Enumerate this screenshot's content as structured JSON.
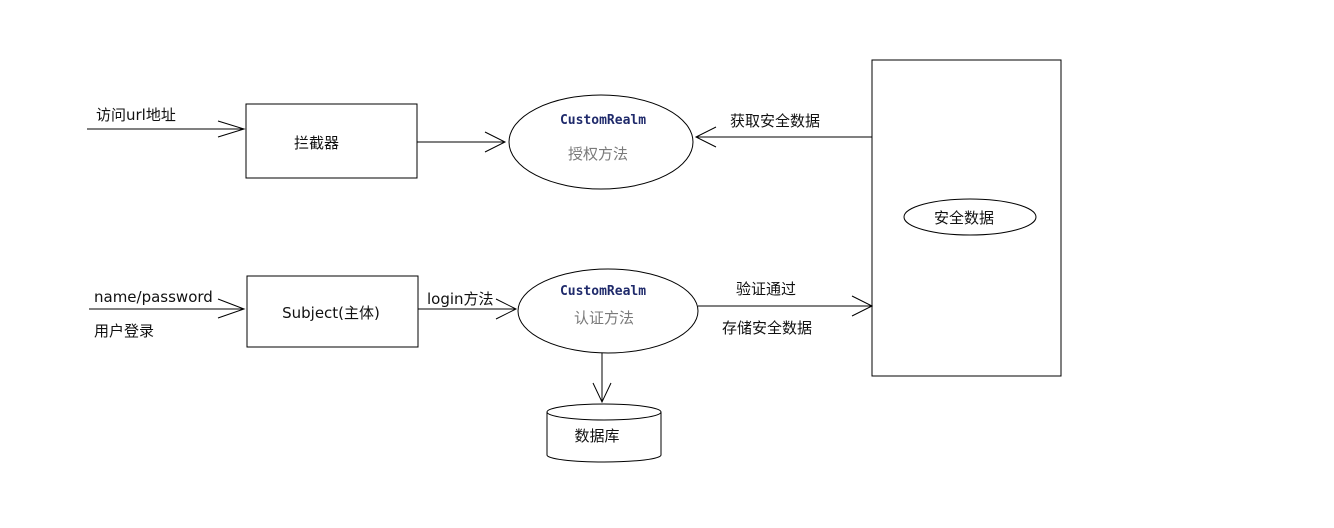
{
  "nodes": {
    "interceptor": "拦截器",
    "subject": "Subject(主体)",
    "realm_top_title": "CustomRealm",
    "realm_top_sub": "授权方法",
    "realm_bottom_title": "CustomRealm",
    "realm_bottom_sub": "认证方法",
    "security_data_inner": "安全数据",
    "database": "数据库"
  },
  "edges": {
    "visit_url": "访问url地址",
    "name_password": "name/password",
    "user_login": "用户登录",
    "login_method": "login方法",
    "get_security_data": "获取安全数据",
    "verify_passed": "验证通过",
    "store_security_data": "存储安全数据"
  }
}
